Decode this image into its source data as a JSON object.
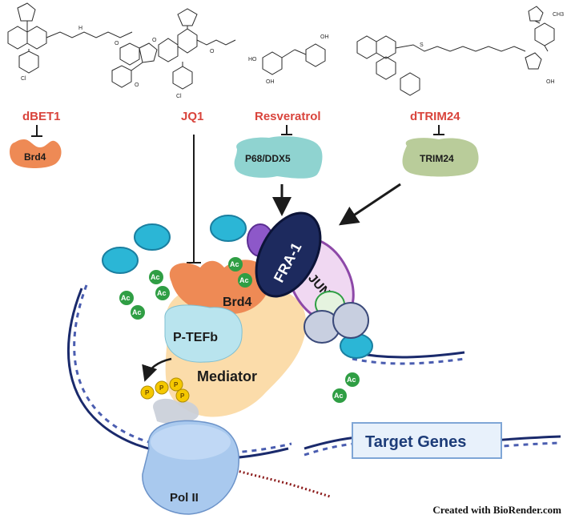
{
  "drugs": {
    "dbet1": "dBET1",
    "jq1": "JQ1",
    "resveratrol": "Resveratrol",
    "dtrim24": "dTRIM24"
  },
  "proteins": {
    "brd4_top": "Brd4",
    "p68": "P68/DDX5",
    "trim24": "TRIM24",
    "fra1": "FRA-1",
    "jun": "JUN",
    "brd4_main": "Brd4",
    "ptefb": "P-TEFb",
    "mediator": "Mediator",
    "pol2": "Pol II"
  },
  "marks": {
    "ac": "Ac",
    "p": "P"
  },
  "target_genes": "Target Genes",
  "credit": "Created with BioRender.com",
  "colors": {
    "drug_red": "#d9443c",
    "brd4_orange": "#ee8a55",
    "p68_teal": "#8fd3d0",
    "trim24_green": "#b9cc9a",
    "fra1_navy": "#1d2a5e",
    "jun_lilac": "#f0d8f2",
    "mediator_peach": "#fbd9a3",
    "pol2_blue": "#a9c9ee",
    "dna_navy": "#1a2a6c",
    "ac_green": "#2f9e44",
    "p_yellow": "#f5c800",
    "nucleosome_cyan": "#2bb6d6"
  }
}
